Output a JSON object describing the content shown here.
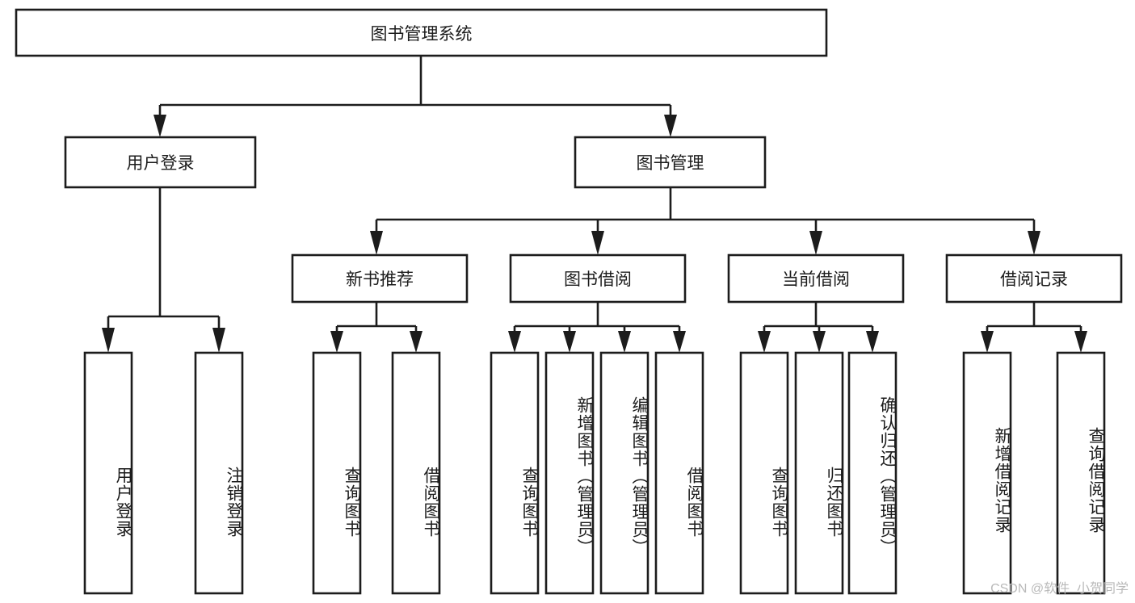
{
  "diagram": {
    "title_node": {
      "label": "图书管理系统"
    },
    "level1": [
      {
        "id": "user-login",
        "label": "用户登录"
      },
      {
        "id": "book-management",
        "label": "图书管理"
      }
    ],
    "level2": [
      {
        "id": "new-book-recommend",
        "label": "新书推荐"
      },
      {
        "id": "book-borrow",
        "label": "图书借阅"
      },
      {
        "id": "current-borrow",
        "label": "当前借阅"
      },
      {
        "id": "borrow-record",
        "label": "借阅记录"
      }
    ],
    "leaves": [
      {
        "id": "leaf-user-login",
        "label": "用户登录",
        "parent": "user-login"
      },
      {
        "id": "leaf-logout",
        "label": "注销登录",
        "parent": "user-login"
      },
      {
        "id": "leaf-query-book-1",
        "label": "查询图书",
        "parent": "new-book-recommend"
      },
      {
        "id": "leaf-borrow-book-1",
        "label": "借阅图书",
        "parent": "new-book-recommend"
      },
      {
        "id": "leaf-query-book-2",
        "label": "查询图书",
        "parent": "book-borrow"
      },
      {
        "id": "leaf-add-book",
        "label": "新增图书（管理员）",
        "parent": "book-borrow"
      },
      {
        "id": "leaf-edit-book",
        "label": "编辑图书（管理员）",
        "parent": "book-borrow"
      },
      {
        "id": "leaf-borrow-book-2",
        "label": "借阅图书",
        "parent": "book-borrow"
      },
      {
        "id": "leaf-query-book-3",
        "label": "查询图书",
        "parent": "current-borrow"
      },
      {
        "id": "leaf-return-book",
        "label": "归还图书",
        "parent": "current-borrow"
      },
      {
        "id": "leaf-confirm-return",
        "label": "确认归还（管理员）",
        "parent": "current-borrow"
      },
      {
        "id": "leaf-add-record",
        "label": "新增借阅记录",
        "parent": "borrow-record"
      },
      {
        "id": "leaf-query-record",
        "label": "查询借阅记录",
        "parent": "borrow-record"
      }
    ],
    "colors": {
      "stroke": "#1c1c1c",
      "fill": "#ffffff",
      "text": "#1c1c1c",
      "watermark": "#b9b9b9"
    }
  },
  "watermark": {
    "text": "CSDN @软件_小贺同学"
  }
}
